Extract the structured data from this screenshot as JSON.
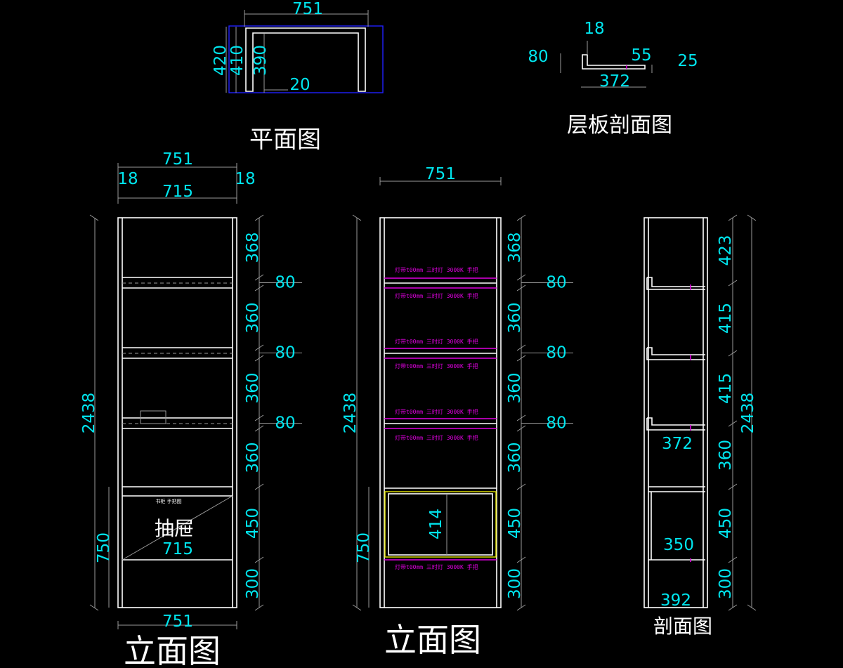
{
  "titles": {
    "plan": "平面图",
    "shelf_section": "层板剖面图",
    "elevation_left": "立面图",
    "elevation_center": "立面图",
    "section": "剖面图"
  },
  "plan": {
    "width": "751",
    "depth_outer": "420",
    "depth_mid": "410",
    "depth_inner": "390",
    "panel": "20"
  },
  "shelf_section": {
    "thickness": "18",
    "height": "80",
    "lip": "55",
    "edge": "25",
    "depth": "372"
  },
  "elev_left": {
    "top_width": "751",
    "side_left": "18",
    "side_right": "18",
    "inner_width": "715",
    "total_height": "2438",
    "drawer_height": "750",
    "right_dims": [
      "368",
      "80",
      "360",
      "80",
      "360",
      "80",
      "360",
      "450",
      "300"
    ],
    "drawer_label": "抽屉",
    "drawer_small_label": "书柜 手把图",
    "drawer_width": "715",
    "bottom_width": "751"
  },
  "elev_center": {
    "top_width": "751",
    "total_height": "2438",
    "drawer_height": "750",
    "right_dims": [
      "368",
      "80",
      "360",
      "80",
      "360",
      "80",
      "360",
      "450",
      "300"
    ],
    "opening_height": "414",
    "light_note": "灯带t00mm  三时灯  3000K  手把"
  },
  "section": {
    "right_dims": [
      "423",
      "415",
      "415",
      "360",
      "450",
      "300"
    ],
    "total_height": "2438",
    "shelf_depth": "372",
    "drawer_depth": "350",
    "bottom_depth": "392"
  },
  "colors": {
    "background": "#000000",
    "dimension": "#00e5ee",
    "outline": "#ffffff",
    "extension": "#9a9a9a",
    "light_strip": "#e000e0",
    "drawer_front": "#e6e600",
    "plan_box": "#2020ff"
  }
}
